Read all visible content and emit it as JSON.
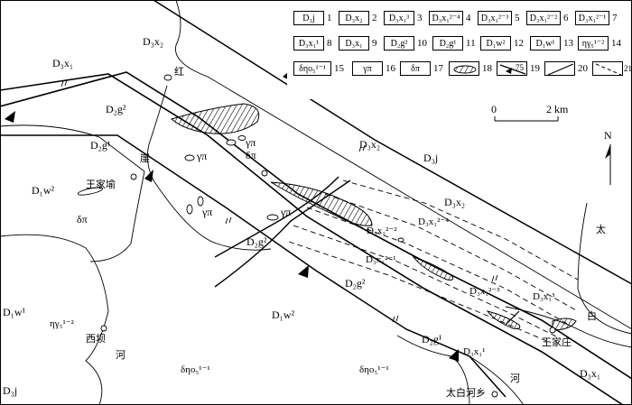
{
  "map": {
    "units": [
      {
        "key": "D3x1_nw",
        "text": "D₃x₁"
      },
      {
        "key": "D3x2_nw",
        "text": "D₃x₂"
      },
      {
        "key": "D2g2_w",
        "text": "D₂g²"
      },
      {
        "key": "D2g1_w",
        "text": "D₂g¹"
      },
      {
        "key": "D1w2_w",
        "text": "D₁w²"
      },
      {
        "key": "dpi_w",
        "text": "δπ"
      },
      {
        "key": "D3x2_c",
        "text": "D₃x₂"
      },
      {
        "key": "D3j_c",
        "text": "D₃j"
      },
      {
        "key": "D3x2_e",
        "text": "D₃x₂"
      },
      {
        "key": "D3x1_24",
        "text": "D₃x₁²⁻⁴"
      },
      {
        "key": "D3x1_22",
        "text": "D₃x₁²⁻²"
      },
      {
        "key": "D3x1_21",
        "text": "D₃x₁²⁻¹"
      },
      {
        "key": "D3x1_23",
        "text": "D₃x₁²⁻³"
      },
      {
        "key": "D3x1_3",
        "text": "D₃x₁³"
      },
      {
        "key": "D2g2_c",
        "text": "D₂g²"
      },
      {
        "key": "D2g2_s",
        "text": "D₂g²"
      },
      {
        "key": "D1w2_s",
        "text": "D₁w²"
      },
      {
        "key": "D1w1_sw",
        "text": "D₁w¹"
      },
      {
        "key": "eta_sw",
        "text": "ηγ₅¹⁻²"
      },
      {
        "key": "D3j_sw",
        "text": "D₃j"
      },
      {
        "key": "delta_s1",
        "text": "δηο₅¹⁻¹"
      },
      {
        "key": "delta_s2",
        "text": "δηο₅¹⁻¹"
      },
      {
        "key": "D2g1_se",
        "text": "D₂g¹"
      },
      {
        "key": "D3x1_1",
        "text": "D₃x₁¹"
      },
      {
        "key": "D3x1_se",
        "text": "D₃x₁"
      },
      {
        "key": "gp1",
        "text": "γπ"
      },
      {
        "key": "gp2",
        "text": "γπ"
      },
      {
        "key": "dp2",
        "text": "δπ"
      },
      {
        "key": "gp3",
        "text": "γπ"
      },
      {
        "key": "gp4",
        "text": "γπ"
      }
    ],
    "places": [
      {
        "key": "hong",
        "text": "红"
      },
      {
        "key": "ya",
        "text": "崖"
      },
      {
        "key": "wjt",
        "text": "王家堬"
      },
      {
        "key": "xiba",
        "text": "西坝"
      },
      {
        "key": "he1",
        "text": "河"
      },
      {
        "key": "tai",
        "text": "太"
      },
      {
        "key": "bai",
        "text": "白"
      },
      {
        "key": "wjz",
        "text": "王家庄"
      },
      {
        "key": "he2",
        "text": "河"
      },
      {
        "key": "tbhx",
        "text": "太白河乡"
      }
    ],
    "scale": {
      "zero": "0",
      "two": "2 km"
    },
    "north": "N",
    "legend": [
      {
        "n": "1",
        "label": "D₃j"
      },
      {
        "n": "2",
        "label": "D₃x₂"
      },
      {
        "n": "3",
        "label": "D₃x₁³"
      },
      {
        "n": "4",
        "label": "D₃x₁²⁻⁴"
      },
      {
        "n": "5",
        "label": "D₃x₁²⁻³"
      },
      {
        "n": "6",
        "label": "D₃x₁²⁻²"
      },
      {
        "n": "7",
        "label": "D₃x₁²⁻¹"
      },
      {
        "n": "8",
        "label": "D₃x₁¹"
      },
      {
        "n": "9",
        "label": "D₃x₁"
      },
      {
        "n": "10",
        "label": "D₂g²"
      },
      {
        "n": "11",
        "label": "D₂g¹"
      },
      {
        "n": "12",
        "label": "D₁w²"
      },
      {
        "n": "13",
        "label": "D₁w¹"
      },
      {
        "n": "14",
        "label": "ηγ₅¹⁻²"
      },
      {
        "n": "15",
        "label": "δηο₅¹⁻¹"
      },
      {
        "n": "16",
        "label": "γπ"
      },
      {
        "n": "17",
        "label": "δπ"
      },
      {
        "n": "18",
        "label": ""
      },
      {
        "n": "19",
        "label": "75"
      },
      {
        "n": "20",
        "label": ""
      },
      {
        "n": "21",
        "label": ""
      }
    ]
  }
}
